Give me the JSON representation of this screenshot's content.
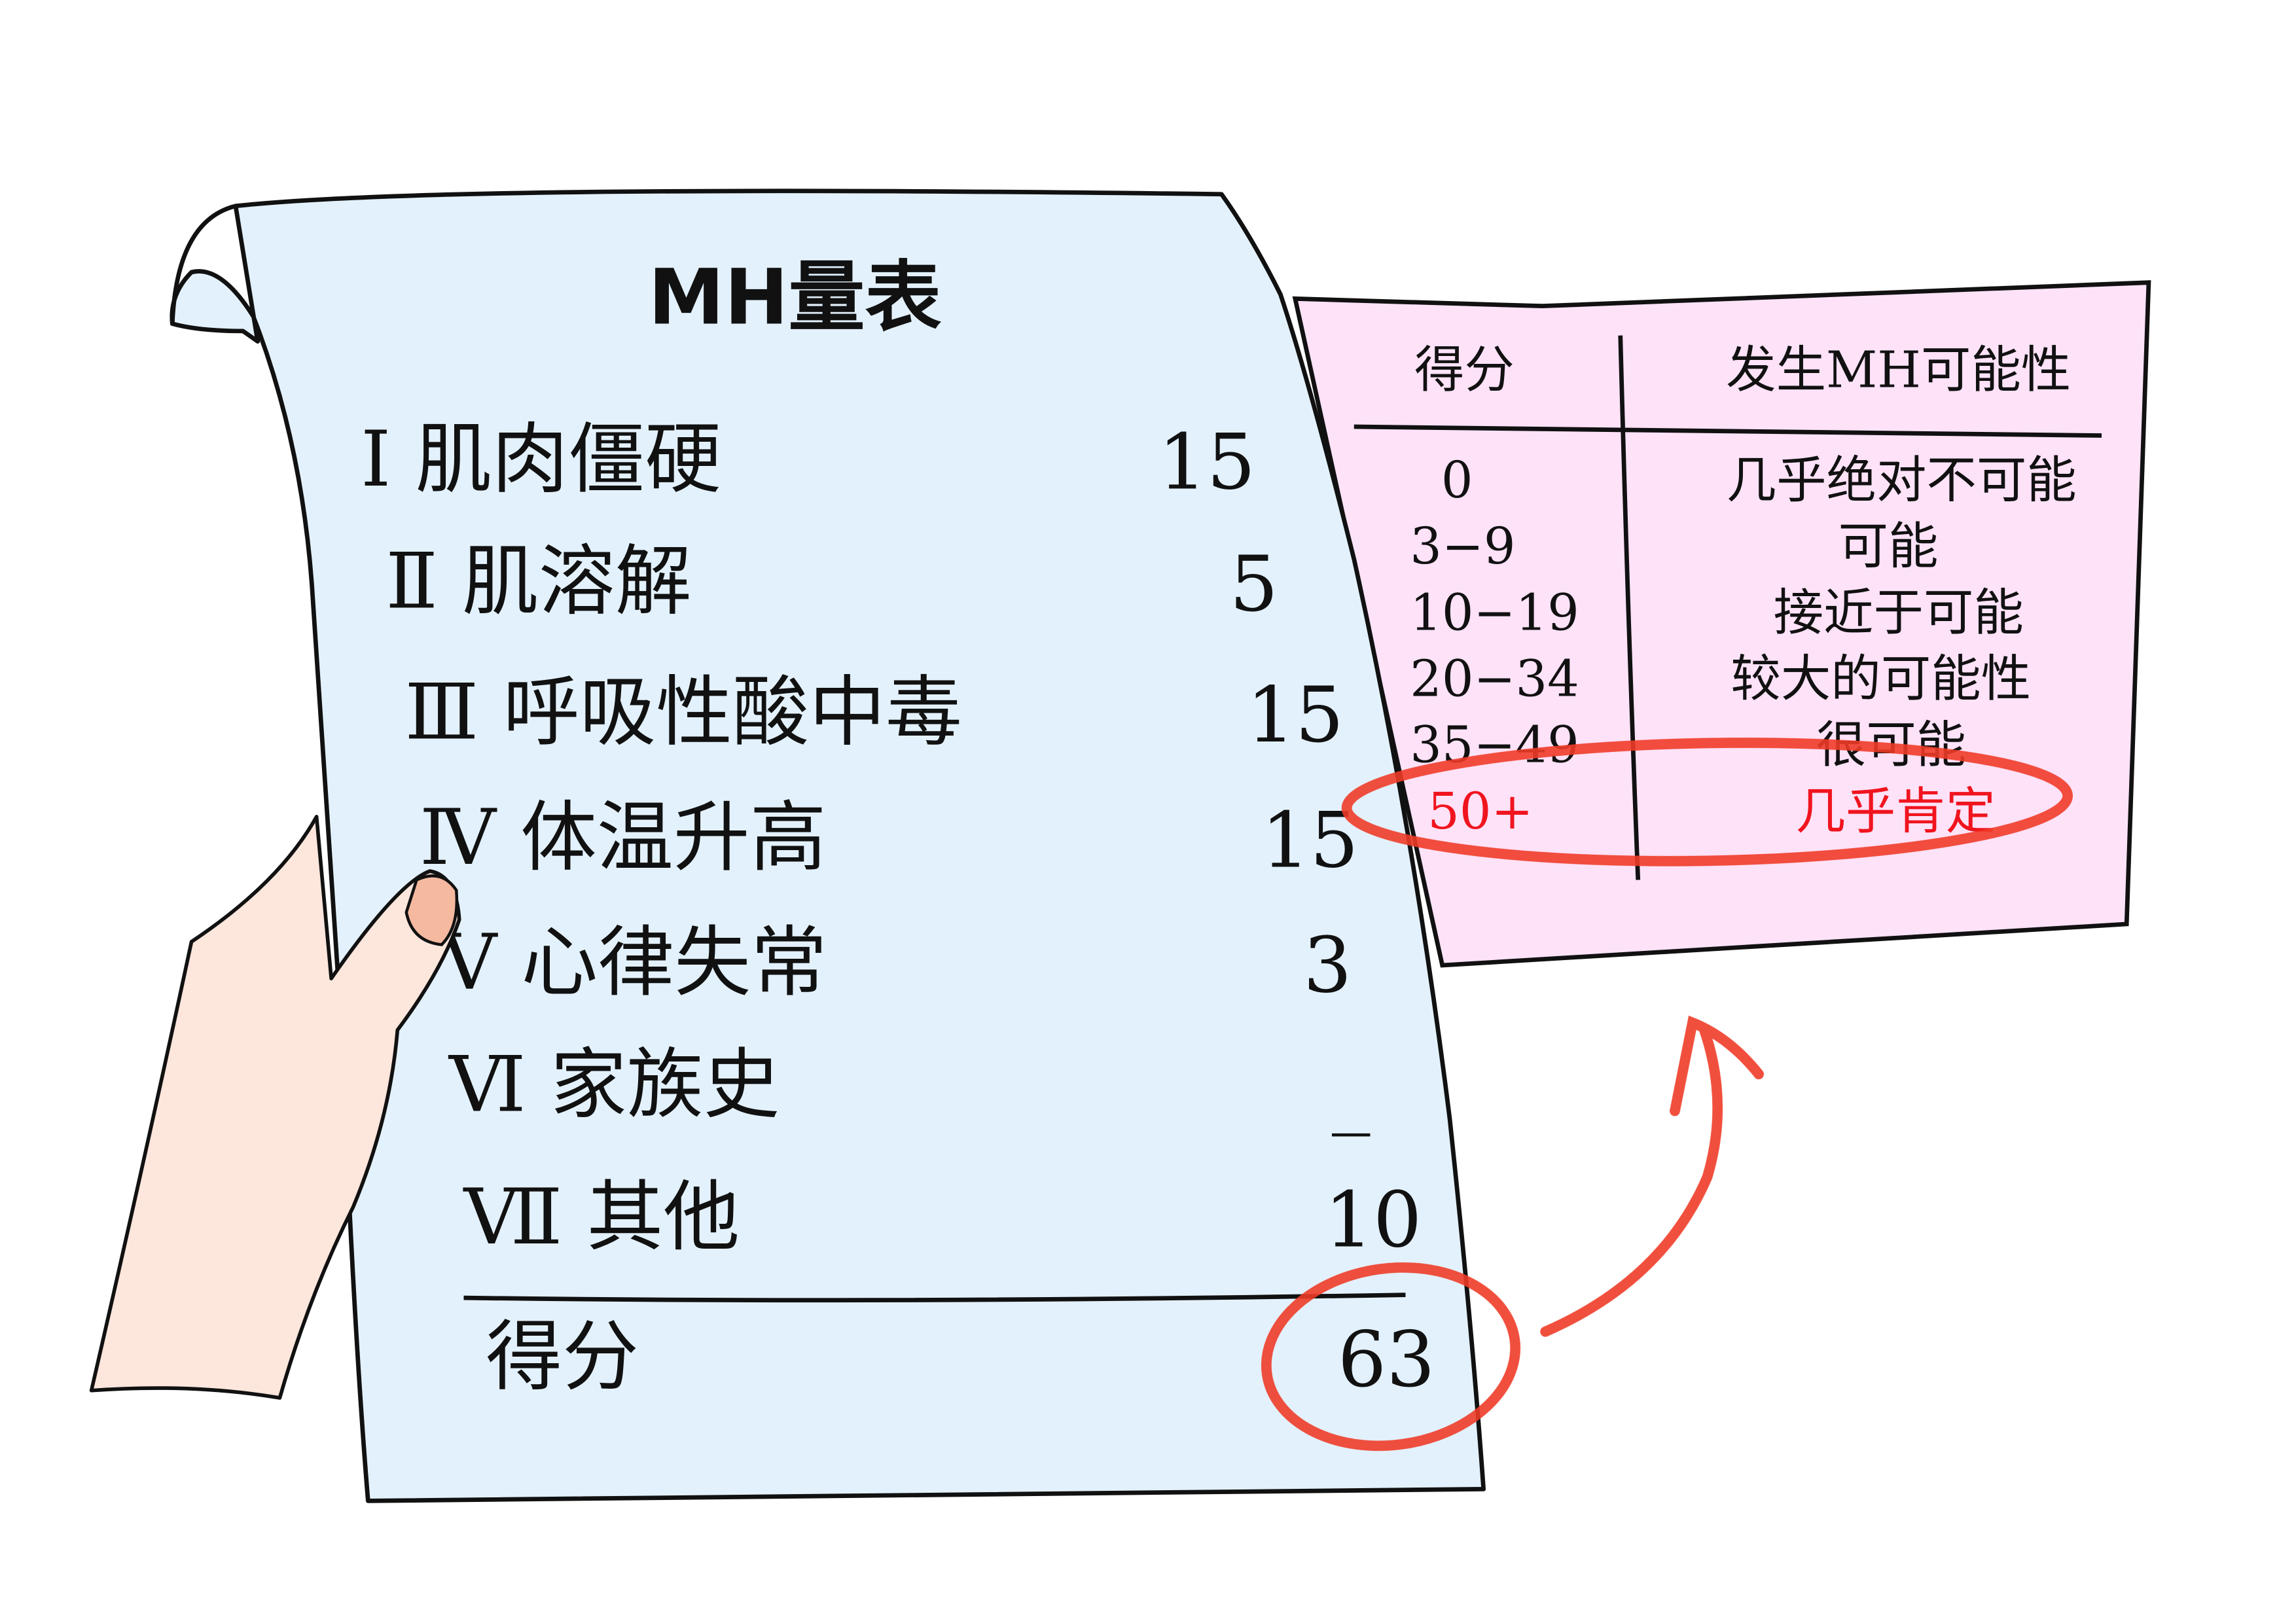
{
  "scale": {
    "title": "MH量表",
    "items": [
      {
        "label": "Ⅰ 肌肉僵硬",
        "score": "15"
      },
      {
        "label": "Ⅱ 肌溶解",
        "score": "5"
      },
      {
        "label": "Ⅲ 呼吸性酸中毒",
        "score": "15"
      },
      {
        "label": "Ⅳ 体温升高",
        "score": "15"
      },
      {
        "label": "Ⅴ 心律失常",
        "score": "3"
      },
      {
        "label": "Ⅵ 家族史",
        "score": "_"
      },
      {
        "label": "Ⅶ 其他",
        "score": "10"
      }
    ],
    "total_label": "得分",
    "total_score": "63"
  },
  "table": {
    "headers": [
      "得分",
      "发生MH可能性"
    ],
    "rows": [
      {
        "range": "0",
        "likelihood": "几乎绝对不可能"
      },
      {
        "range": "3−9",
        "likelihood": "可能"
      },
      {
        "range": "10−19",
        "likelihood": "接近于可能"
      },
      {
        "range": "20−34",
        "likelihood": "较大的可能性"
      },
      {
        "range": "35−49",
        "likelihood": "很可能"
      },
      {
        "range": "50+",
        "likelihood": "几乎肯定"
      }
    ]
  },
  "colors": {
    "paper": "#e3f1fc",
    "card": "#fde2f8",
    "highlight": "#f03c28",
    "skin": "#fde6dc"
  }
}
